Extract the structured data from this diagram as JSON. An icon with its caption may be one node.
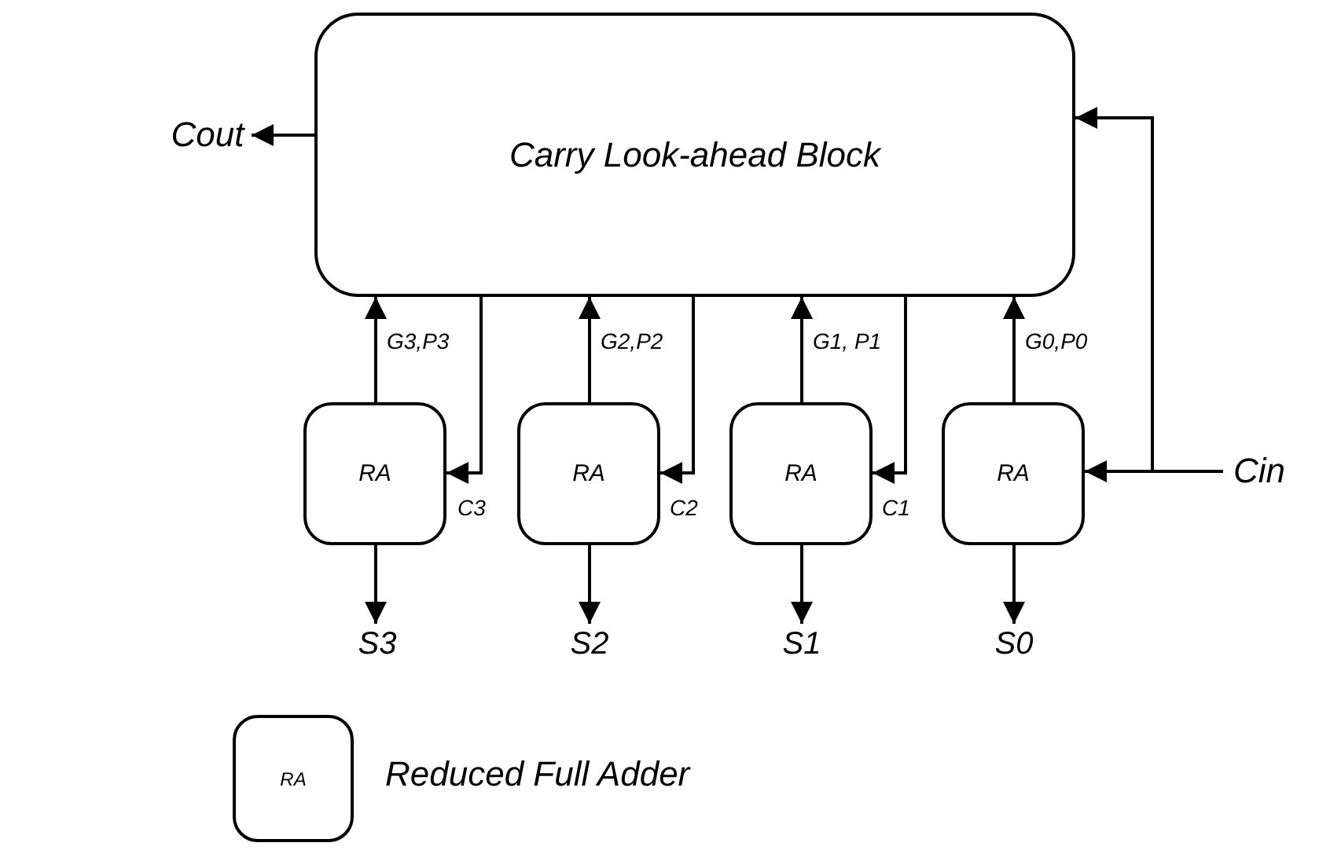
{
  "diagram": {
    "nodes": [
      {
        "text": [
          "Carry Look-ahead Block"
        ]
      },
      {
        "text": [
          "Cout"
        ]
      },
      {
        "text": [
          "RA"
        ]
      },
      {
        "text": [
          "RA"
        ]
      },
      {
        "text": [
          "RA"
        ]
      },
      {
        "text": [
          "RA"
        ]
      },
      {
        "text": [
          "Cin"
        ]
      },
      {
        "text": [
          "S3"
        ]
      },
      {
        "text": [
          "S2"
        ]
      },
      {
        "text": [
          "S1"
        ]
      },
      {
        "text": [
          "S0"
        ]
      },
      {
        "text": [
          "RA"
        ],
        "beside": [
          "Reduced Full Adder"
        ]
      }
    ],
    "edges": [
      {
        "from": 0,
        "to": 1,
        "arrow": "to"
      },
      {
        "from": 2,
        "to": 0,
        "arrow": "to",
        "label": "G3,P3"
      },
      {
        "from": 0,
        "to": 2,
        "arrow": "to",
        "label": "C3"
      },
      {
        "from": 3,
        "to": 0,
        "arrow": "to",
        "label": "G2,P2"
      },
      {
        "from": 0,
        "to": 3,
        "arrow": "to",
        "label": "C2"
      },
      {
        "from": 4,
        "to": 0,
        "arrow": "to",
        "label": "G1, P1"
      },
      {
        "from": 0,
        "to": 4,
        "arrow": "to",
        "label": "C1"
      },
      {
        "from": 5,
        "to": 0,
        "arrow": "to",
        "label": "G0,P0"
      },
      {
        "from": 6,
        "to": 0,
        "arrow": "to"
      },
      {
        "from": 6,
        "to": 5,
        "arrow": "to"
      },
      {
        "from": 2,
        "to": 7,
        "arrow": "to"
      },
      {
        "from": 3,
        "to": 8,
        "arrow": "to"
      },
      {
        "from": 4,
        "to": 9,
        "arrow": "to"
      },
      {
        "from": 5,
        "to": 10,
        "arrow": "to"
      }
    ]
  }
}
